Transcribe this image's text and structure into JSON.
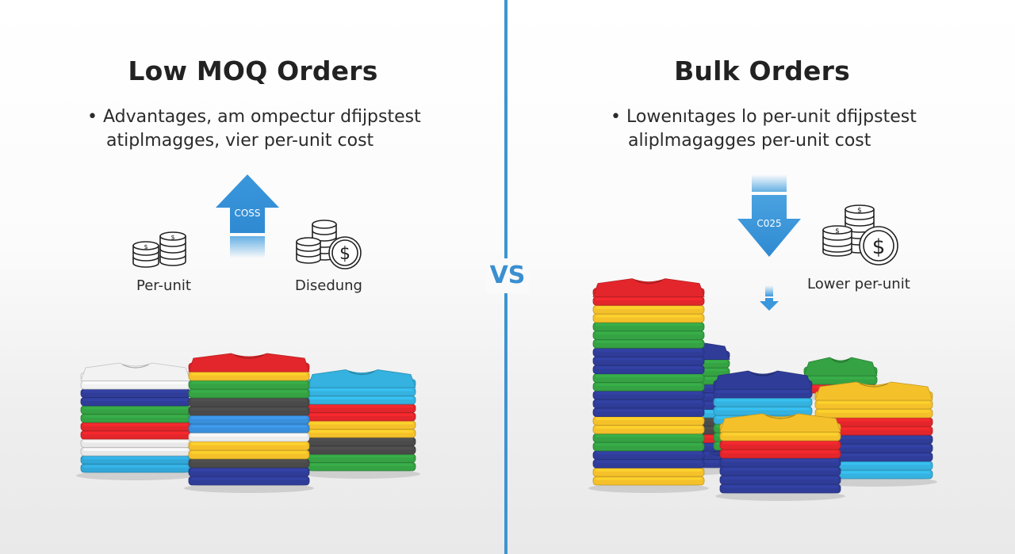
{
  "divider": {
    "label": "VS",
    "color": "#3d95cf"
  },
  "left": {
    "title": "Low MOQ Orders",
    "bullet_line1": "Advantages, am ompectur dfijpstest",
    "bullet_line2": "atiplmagges, vier per-unit cost",
    "arrow": {
      "direction": "up",
      "label": "COSS",
      "icon": "arrow-up-icon"
    },
    "icon_labels": [
      "Per-unit",
      "Disedung"
    ],
    "icons": [
      "coin-stacks-icon",
      "coin-stacks-dollar-icon"
    ],
    "shirt_stacks": [
      [
        "#f2f2f2",
        "#f2f2f2",
        "#2f3d99",
        "#2f3d99",
        "#35a243",
        "#35a243",
        "#e3262b",
        "#e3262b",
        "#e8e8e8",
        "#e8e8e8",
        "#31a7d8",
        "#31a7d8"
      ],
      [
        "#e3262b",
        "#f5c12a",
        "#35a243",
        "#35a243",
        "#4a4a4a",
        "#4a4a4a",
        "#3a8fdc",
        "#3a8fdc",
        "#ececec",
        "#f5c12a",
        "#f5c12a",
        "#4a4a4a",
        "#2f3d99",
        "#2f3d99"
      ],
      [
        "#35b2df",
        "#35b2df",
        "#35b2df",
        "#e3262b",
        "#e3262b",
        "#f5c12a",
        "#f5c12a",
        "#4a4a4a",
        "#4a4a4a",
        "#35a243",
        "#35a243"
      ]
    ]
  },
  "right": {
    "title": "Bulk Orders",
    "bullet_line1": "Lowenıtages lo per-unit dfijpstest",
    "bullet_line2": "aliplmagagges per-unit cost",
    "arrow": {
      "direction": "down",
      "label": "C025",
      "icon": "arrow-down-icon"
    },
    "small_arrow": {
      "direction": "down",
      "icon": "small-arrow-down-icon"
    },
    "icon_labels": [
      "Lower per-unit"
    ],
    "icons": [
      "coin-stacks-dollar-icon"
    ],
    "shirt_stacks": [
      [
        "#2f3d99",
        "#35a243",
        "#35a243",
        "#35a243",
        "#2f3d99",
        "#2f3d99",
        "#2f3d99",
        "#35b2df",
        "#4a4a4a",
        "#4a4a4a",
        "#e3262b",
        "#2f3d99",
        "#2f3d99",
        "#2f3d99"
      ],
      [
        "#e3262b",
        "#e3262b",
        "#f5c12a",
        "#f5c12a",
        "#35a243",
        "#35a243",
        "#35a243",
        "#2f3d99",
        "#2f3d99",
        "#2f3d99",
        "#35a243",
        "#35a243",
        "#2f3d99",
        "#2f3d99",
        "#2f3d99",
        "#f5c12a",
        "#f5c12a",
        "#35a243",
        "#35a243",
        "#2f3d99",
        "#2f3d99",
        "#f5c12a",
        "#f5c12a"
      ],
      [
        "#2f3d99",
        "#2f3d99",
        "#35b2df",
        "#35b2df",
        "#35b2df",
        "#35a243",
        "#35a243",
        "#35a243"
      ],
      [
        "#35a243",
        "#35a243",
        "#e3262b"
      ],
      [
        "#f5c12a",
        "#f5c12a",
        "#f5c12a",
        "#e3262b",
        "#e3262b",
        "#2f3d99",
        "#2f3d99",
        "#2f3d99",
        "#35b2df",
        "#35b2df"
      ],
      [
        "#f5c12a",
        "#f5c12a",
        "#e3262b",
        "#e3262b",
        "#2f3d99",
        "#2f3d99",
        "#2f3d99",
        "#2f3d99"
      ]
    ]
  }
}
